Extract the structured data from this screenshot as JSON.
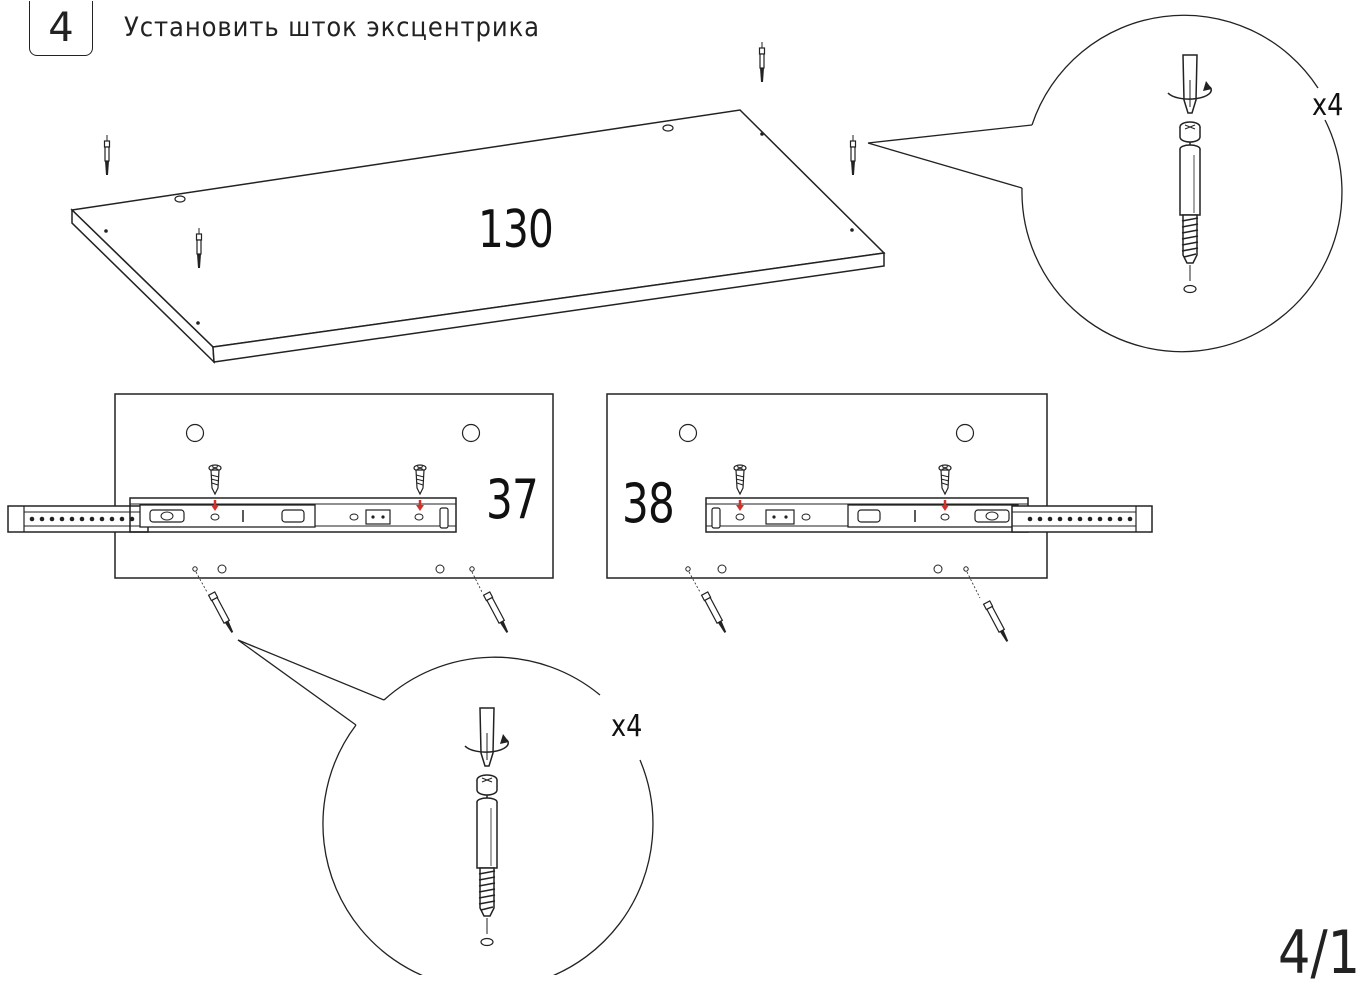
{
  "step": {
    "number": "4",
    "title": "Установить шток эксцентрика"
  },
  "parts": {
    "top_panel": "130",
    "left_drawer_side": "37",
    "right_drawer_side": "38"
  },
  "callouts": {
    "top_quantity": "x4",
    "bottom_quantity": "x4"
  },
  "page": {
    "number": "4/1"
  },
  "colors": {
    "line": "#1a1a1a",
    "arrow": "#d3302b"
  },
  "icons": [
    "cam-bolt-icon",
    "screwdriver-icon",
    "screw-icon",
    "drawer-slide-icon",
    "rotate-arrow-icon"
  ]
}
